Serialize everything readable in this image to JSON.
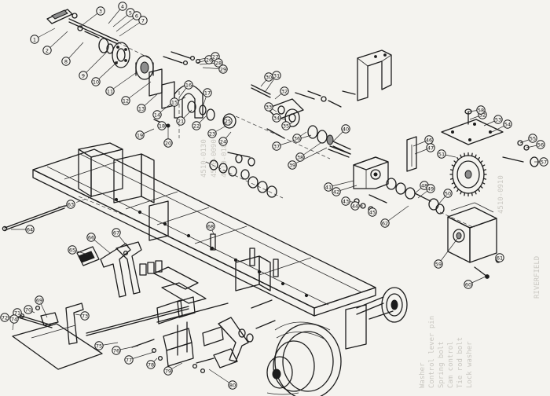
{
  "diagram": {
    "type": "exploded-parts-assembly",
    "callouts": [
      "1",
      "2",
      "3",
      "4",
      "5",
      "6",
      "7",
      "8",
      "9",
      "10",
      "11",
      "12",
      "13",
      "14",
      "15",
      "16",
      "17",
      "18",
      "19",
      "20",
      "21",
      "22",
      "23",
      "24",
      "25",
      "26",
      "27",
      "28",
      "29",
      "30",
      "31",
      "32",
      "33",
      "34",
      "35",
      "36",
      "37",
      "38",
      "39",
      "40",
      "41",
      "42",
      "43",
      "44",
      "45",
      "46",
      "47",
      "48",
      "49",
      "50",
      "51",
      "52",
      "53",
      "54",
      "55",
      "56",
      "57",
      "58",
      "59",
      "60",
      "61",
      "62",
      "63",
      "64",
      "65",
      "66",
      "67",
      "68",
      "69",
      "70",
      "71",
      "72",
      "73",
      "74",
      "75",
      "76",
      "77",
      "78",
      "79",
      "80"
    ],
    "bleed_through_text": [
      "4510-0130",
      "4510-0090",
      "4510-0180",
      "4510-0910",
      "Lock washer",
      "Tie rod bolt",
      "Cam control",
      "Spring bolt",
      "Control lever pin",
      "Washer",
      "RIVERFIELD"
    ]
  }
}
